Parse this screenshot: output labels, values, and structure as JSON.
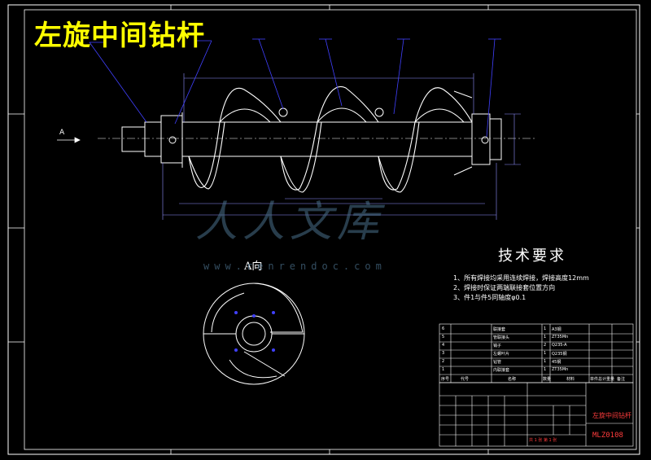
{
  "drawing": {
    "title": "左旋中间钻杆",
    "view_label": "A向",
    "arrow_label": "A",
    "technical_requirements": {
      "title": "技术要求",
      "items": [
        "1、所有焊接均采用连续焊接，焊接高度12mm",
        "2、焊接时保证两端联接套位置方向",
        "3、件1与件5同轴度φ0.1"
      ]
    },
    "bom_rows": [
      {
        "seq": "6",
        "name": "联接套",
        "qty": "1",
        "material": "A3钢"
      },
      {
        "seq": "5",
        "name": "管联接头",
        "qty": "1",
        "material": "ZT35Mn"
      },
      {
        "seq": "4",
        "name": "销子",
        "qty": "2",
        "material": "Q235-A"
      },
      {
        "seq": "3",
        "name": "左螺叶片",
        "qty": "1",
        "material": "Q235钢"
      },
      {
        "seq": "2",
        "name": "钻管",
        "qty": "1",
        "material": "45钢"
      },
      {
        "seq": "1",
        "name": "内联接套",
        "qty": "1",
        "material": "ZT35Mn"
      }
    ],
    "bom_header": [
      "序号",
      "代号",
      "名称",
      "数量",
      "材料",
      "单件总计重量",
      "备注"
    ],
    "title_block": {
      "name": "左旋中间钻杆",
      "code": "MLZ0108",
      "sheet": "共 1 张  第 1 张"
    },
    "watermark": {
      "text": "人人文库",
      "url": "www.renrendoc.com"
    },
    "colors": {
      "background": "#000000",
      "line": "#ffffff",
      "dimension": "#9090ff",
      "leader": "#4040ff",
      "title": "#ffff00",
      "titleblock_red": "#ff3c3c",
      "titleblock_magenta": "#ff40ff"
    }
  }
}
